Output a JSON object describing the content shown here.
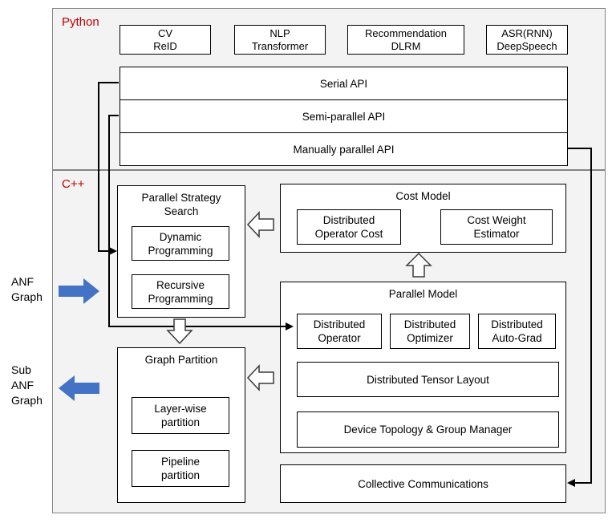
{
  "python": {
    "label": "Python",
    "apps": [
      {
        "label": "CV\nReID"
      },
      {
        "label": "NLP\nTransformer"
      },
      {
        "label": "Recommendation\nDLRM"
      },
      {
        "label": "ASR(RNN)\nDeepSpeech"
      }
    ],
    "apis": [
      {
        "label": "Serial API"
      },
      {
        "label": "Semi-parallel API"
      },
      {
        "label": "Manually parallel API"
      }
    ]
  },
  "cpp": {
    "label": "C++",
    "strategy_search": {
      "title": "Parallel Strategy\nSearch",
      "items": [
        {
          "label": "Dynamic\nProgramming"
        },
        {
          "label": "Recursive\nProgramming"
        }
      ]
    },
    "cost_model": {
      "title": "Cost Model",
      "items": [
        {
          "label": "Distributed\nOperator Cost"
        },
        {
          "label": "Cost Weight\nEstimator"
        }
      ]
    },
    "parallel_model": {
      "title": "Parallel Model",
      "items": [
        {
          "label": "Distributed\nOperator"
        },
        {
          "label": "Distributed\nOptimizer"
        },
        {
          "label": "Distributed\nAuto-Grad"
        }
      ],
      "wide_items": [
        {
          "label": "Distributed Tensor Layout"
        },
        {
          "label": "Device Topology & Group Manager"
        }
      ]
    },
    "graph_partition": {
      "title": "Graph Partition",
      "items": [
        {
          "label": "Layer-wise\npartition"
        },
        {
          "label": "Pipeline\npartition"
        }
      ]
    },
    "collective": {
      "label": "Collective Communications"
    }
  },
  "io": {
    "input_label": "ANF\nGraph",
    "output_label": "Sub\nANF\nGraph"
  },
  "colors": {
    "section_label": "#c00000",
    "io_arrow": "#4472c4",
    "box_border": "#000000",
    "section_border": "#858585",
    "section_bg": "#f3f3f3"
  }
}
